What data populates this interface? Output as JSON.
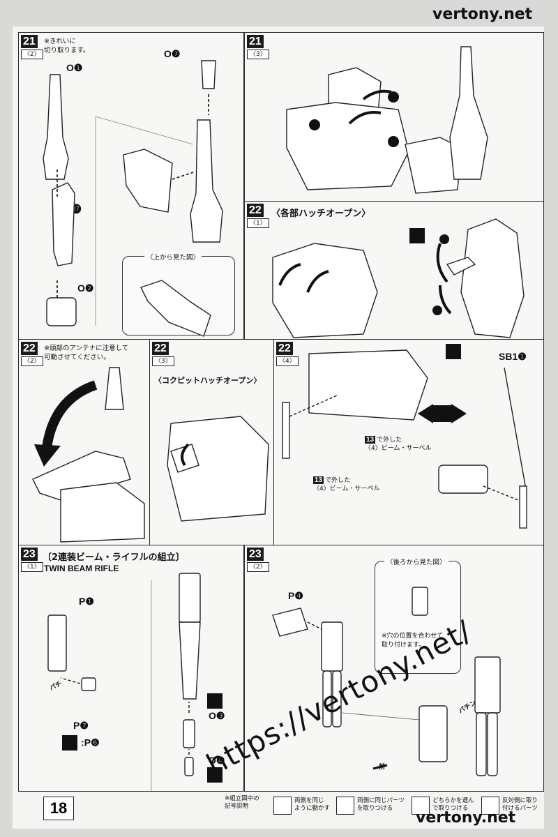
{
  "site_top": "vertony.net",
  "site_bottom": "vertony.net",
  "watermark": "https://vertony.net/",
  "page_number": "18",
  "steps": {
    "s21_2": {
      "step": "21",
      "sub": "〈2〉",
      "note": "※きれいに\n切り取ります。",
      "parts": [
        "O❶",
        "P⓱",
        "O❷",
        "O❼"
      ],
      "inset": "〈上から見た図〉"
    },
    "s21_3": {
      "step": "21",
      "sub": "〈3〉"
    },
    "s22_1": {
      "step": "22",
      "sub": "〈1〉",
      "title": "〈各部ハッチオープン〉"
    },
    "s22_2": {
      "step": "22",
      "sub": "〈2〉",
      "note": "※頭部のアンテナに注意して\n可動させてください。"
    },
    "s22_3": {
      "step": "22",
      "sub": "〈3〉",
      "title": "〈コクピットハッチオープン〉"
    },
    "s22_4": {
      "step": "22",
      "sub": "〈4〉",
      "label1_num": "13",
      "label1_sub": "〈4〉",
      "label1_a": "で外した",
      "label1_b": "ビーム・サーベル",
      "label2_num": "13",
      "label2_sub": "〈4〉",
      "label2_a": "で外した",
      "label2_b": "ビーム・サーベル",
      "part": "SB1❶"
    },
    "s23_1": {
      "step": "23",
      "sub": "〈1〉",
      "title": "〔2連装ビーム・ライフルの組立〕",
      "subtitle": "TWIN BEAM RIFLE",
      "parts": [
        "P❶",
        "P❼",
        "O❸",
        "O❹"
      ],
      "swap": ":P❻",
      "click": "パチ"
    },
    "s23_2": {
      "step": "23",
      "sub": "〈2〉",
      "part": "P❹",
      "inset": "〈後ろから見た図〉",
      "inset_note": "※穴の位置を合わせて\n取り付けます。",
      "click": "パチン",
      "front": "前"
    }
  },
  "legend": {
    "header": "※組立図中の\n記号説明",
    "items": [
      {
        "icon": "both-sides-move-icon",
        "text": "両側を同じ\nように動かす"
      },
      {
        "icon": "both-sides-attach-icon",
        "text": "両側に同じパーツ\nを取りつける"
      },
      {
        "icon": "choose-one-icon",
        "text": "どちらかを選ん\nで取りつける"
      },
      {
        "icon": "opposite-side-icon",
        "text": "反対側に取り\n付けるパーツ"
      }
    ]
  }
}
